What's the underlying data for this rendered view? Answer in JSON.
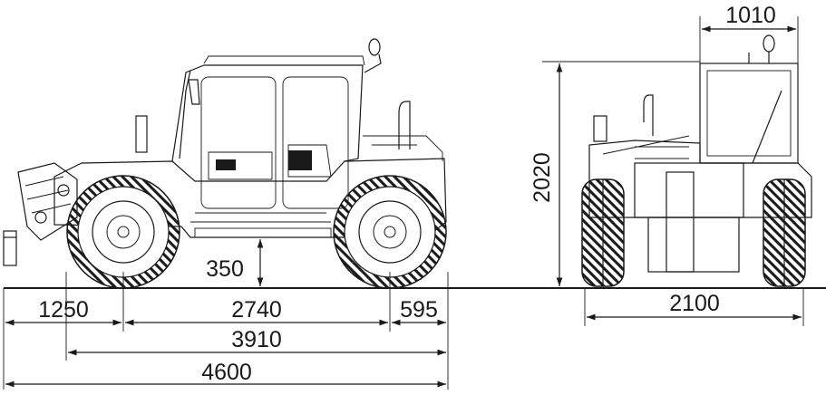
{
  "dimensions": {
    "front_overhang": "1250",
    "wheelbase": "2740",
    "rear_overhang": "595",
    "axle_to_rear": "3910",
    "overall_length": "4600",
    "ground_clearance": "350",
    "overall_height": "2020",
    "cab_width": "1010",
    "overall_width": "2100"
  }
}
